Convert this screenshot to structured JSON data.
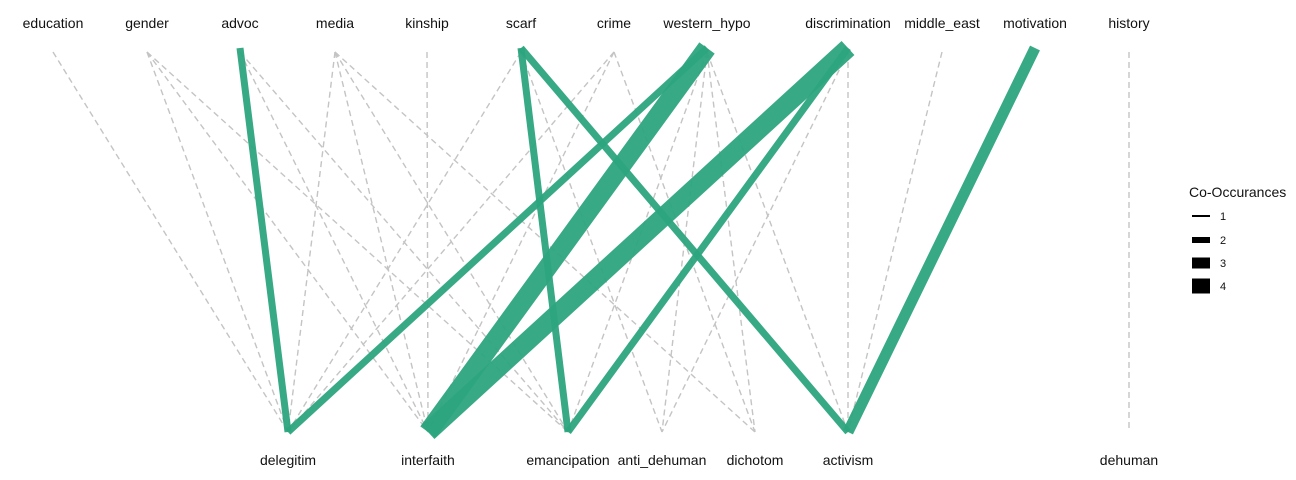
{
  "chart_data": {
    "type": "bipartite-network",
    "title": "",
    "top_nodes": [
      "education",
      "gender",
      "advoc",
      "media",
      "kinship",
      "scarf",
      "crime",
      "western_hypo",
      "discrimination",
      "middle_east",
      "motivation",
      "history"
    ],
    "bottom_nodes": [
      "delegitim",
      "interfaith",
      "emancipation",
      "anti_dehuman",
      "dichotom",
      "activism",
      "dehuman"
    ],
    "edges": [
      {
        "from": "education",
        "to": "delegitim",
        "weight": 1,
        "highlight": false
      },
      {
        "from": "gender",
        "to": "delegitim",
        "weight": 1,
        "highlight": false
      },
      {
        "from": "gender",
        "to": "interfaith",
        "weight": 1,
        "highlight": false
      },
      {
        "from": "gender",
        "to": "emancipation",
        "weight": 1,
        "highlight": false
      },
      {
        "from": "advoc",
        "to": "interfaith",
        "weight": 1,
        "highlight": false
      },
      {
        "from": "advoc",
        "to": "emancipation",
        "weight": 1,
        "highlight": false
      },
      {
        "from": "media",
        "to": "delegitim",
        "weight": 1,
        "highlight": false
      },
      {
        "from": "media",
        "to": "interfaith",
        "weight": 1,
        "highlight": false
      },
      {
        "from": "media",
        "to": "emancipation",
        "weight": 1,
        "highlight": false
      },
      {
        "from": "media",
        "to": "dichotom",
        "weight": 1,
        "highlight": false
      },
      {
        "from": "kinship",
        "to": "interfaith",
        "weight": 1,
        "highlight": false
      },
      {
        "from": "scarf",
        "to": "delegitim",
        "weight": 1,
        "highlight": false
      },
      {
        "from": "scarf",
        "to": "anti_dehuman",
        "weight": 1,
        "highlight": false
      },
      {
        "from": "crime",
        "to": "delegitim",
        "weight": 1,
        "highlight": false
      },
      {
        "from": "crime",
        "to": "interfaith",
        "weight": 1,
        "highlight": false
      },
      {
        "from": "crime",
        "to": "dichotom",
        "weight": 1,
        "highlight": false
      },
      {
        "from": "western_hypo",
        "to": "emancipation",
        "weight": 1,
        "highlight": false
      },
      {
        "from": "western_hypo",
        "to": "anti_dehuman",
        "weight": 1,
        "highlight": false
      },
      {
        "from": "western_hypo",
        "to": "dichotom",
        "weight": 1,
        "highlight": false
      },
      {
        "from": "western_hypo",
        "to": "activism",
        "weight": 1,
        "highlight": false
      },
      {
        "from": "discrimination",
        "to": "anti_dehuman",
        "weight": 1,
        "highlight": false
      },
      {
        "from": "discrimination",
        "to": "activism",
        "weight": 1,
        "highlight": false
      },
      {
        "from": "middle_east",
        "to": "activism",
        "weight": 1,
        "highlight": false
      },
      {
        "from": "history",
        "to": "dehuman",
        "weight": 1,
        "highlight": false
      },
      {
        "from": "advoc",
        "to": "delegitim",
        "weight": 2,
        "highlight": true
      },
      {
        "from": "scarf",
        "to": "emancipation",
        "weight": 2,
        "highlight": true
      },
      {
        "from": "scarf",
        "to": "activism",
        "weight": 2,
        "highlight": true
      },
      {
        "from": "western_hypo",
        "to": "delegitim",
        "weight": 2,
        "highlight": true
      },
      {
        "from": "discrimination",
        "to": "emancipation",
        "weight": 2,
        "highlight": true
      },
      {
        "from": "motivation",
        "to": "activism",
        "weight": 3,
        "highlight": true
      },
      {
        "from": "western_hypo",
        "to": "interfaith",
        "weight": 4,
        "highlight": true
      },
      {
        "from": "discrimination",
        "to": "interfaith",
        "weight": 4,
        "highlight": true
      }
    ],
    "legend": {
      "title": "Co-Occurances",
      "placement": "right",
      "entries": [
        {
          "label": "1",
          "weight": 1
        },
        {
          "label": "2",
          "weight": 2
        },
        {
          "label": "3",
          "weight": 3
        },
        {
          "label": "4",
          "weight": 4
        }
      ]
    },
    "colors": {
      "highlight_edge": "#2ca47e",
      "dashed_edge": "#c4c4c4",
      "legend_key": "#000000",
      "text": "#111111"
    }
  }
}
